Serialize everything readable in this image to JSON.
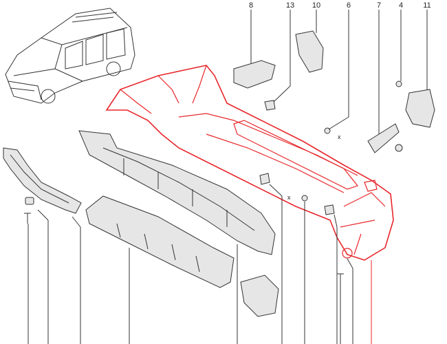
{
  "diagram": {
    "callouts_top": [
      {
        "label": "8"
      },
      {
        "label": "13"
      },
      {
        "label": "10"
      },
      {
        "label": "6"
      },
      {
        "label": "7"
      },
      {
        "label": "4"
      },
      {
        "label": "11"
      }
    ],
    "dimension_marks": [
      "x",
      "x"
    ],
    "colors": {
      "bumper": "#e8262a",
      "parts": "#333333"
    }
  }
}
